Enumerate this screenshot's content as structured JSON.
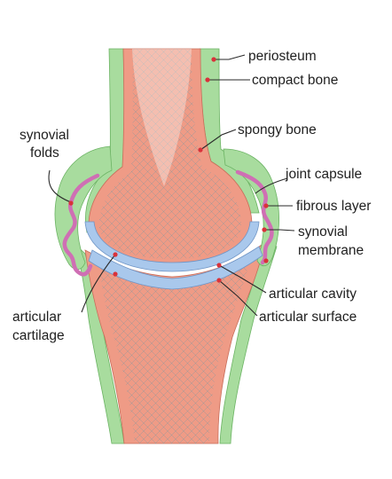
{
  "labels": {
    "periosteum": "periosteum",
    "compact_bone": "compact bone",
    "spongy_bone": "spongy bone",
    "synovial_folds_1": "synovial",
    "synovial_folds_2": "folds",
    "joint_capsule": "joint capsule",
    "fibrous_layer": "fibrous layer",
    "synovial_membrane_1": "synovial",
    "synovial_membrane_2": "membrane",
    "articular_cavity": "articular cavity",
    "articular_surface": "articular surface",
    "articular_cartilage_1": "articular",
    "articular_cartilage_2": "cartilage"
  },
  "colors": {
    "periosteum_green": "#a8dc9e",
    "compact_bone_salmon": "#ef9b86",
    "cartilage_blue": "#a9c8ec",
    "synovial_pink": "#cf6fb4",
    "leader_dot": "#d9323a",
    "text": "#1f1f1f"
  }
}
